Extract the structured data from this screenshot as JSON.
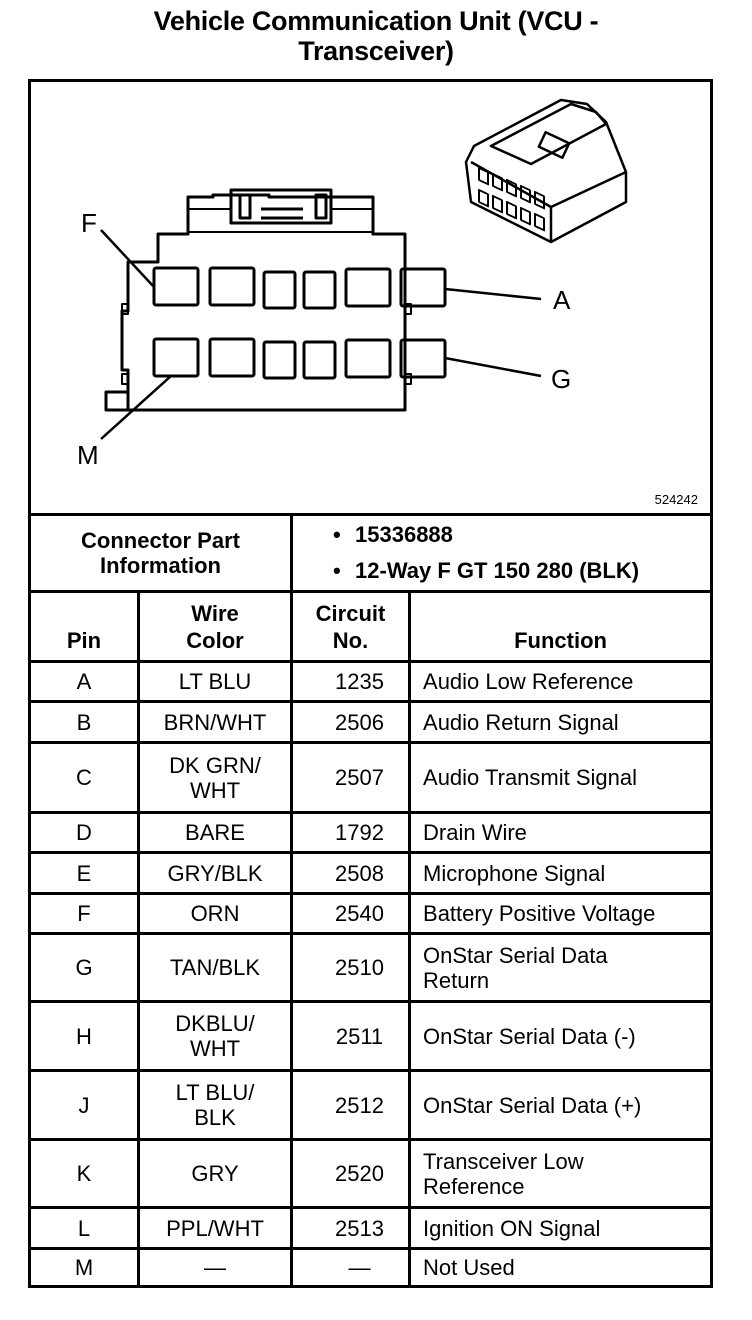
{
  "title_line1": "Vehicle Communication Unit (VCU -",
  "title_line2": "Transceiver)",
  "diagram": {
    "figure_id": "524242",
    "labels": {
      "f": "F",
      "a": "A",
      "m": "M",
      "g": "G"
    },
    "icons": [
      "connector-face-icon",
      "connector-isometric-icon"
    ]
  },
  "connector_info": {
    "label_line1": "Connector Part",
    "label_line2": "Information",
    "items": [
      "15336888",
      "12-Way F GT 150 280 (BLK)"
    ],
    "bullet": "•"
  },
  "table": {
    "headers": {
      "pin": "Pin",
      "wire_color_line1": "Wire",
      "wire_color_line2": "Color",
      "circuit_line1": "Circuit",
      "circuit_line2": "No.",
      "function": "Function"
    },
    "rows": [
      {
        "pin": "A",
        "color1": "LT BLU",
        "color2": "",
        "circuit": "1235",
        "func1": "Audio Low Reference",
        "func2": ""
      },
      {
        "pin": "B",
        "color1": "BRN/WHT",
        "color2": "",
        "circuit": "2506",
        "func1": "Audio Return Signal",
        "func2": ""
      },
      {
        "pin": "C",
        "color1": "DK GRN/",
        "color2": "WHT",
        "circuit": "2507",
        "func1": "Audio Transmit Signal",
        "func2": ""
      },
      {
        "pin": "D",
        "color1": "BARE",
        "color2": "",
        "circuit": "1792",
        "func1": "Drain Wire",
        "func2": ""
      },
      {
        "pin": "E",
        "color1": "GRY/BLK",
        "color2": "",
        "circuit": "2508",
        "func1": "Microphone Signal",
        "func2": ""
      },
      {
        "pin": "F",
        "color1": "ORN",
        "color2": "",
        "circuit": "2540",
        "func1": "Battery Positive Voltage",
        "func2": ""
      },
      {
        "pin": "G",
        "color1": "TAN/BLK",
        "color2": "",
        "circuit": "2510",
        "func1": "OnStar Serial Data",
        "func2": "Return"
      },
      {
        "pin": "H",
        "color1": "DKBLU/",
        "color2": "WHT",
        "circuit": "2511",
        "func1": "OnStar Serial Data (-)",
        "func2": ""
      },
      {
        "pin": "J",
        "color1": "LT BLU/",
        "color2": "BLK",
        "circuit": "2512",
        "func1": "OnStar Serial Data (+)",
        "func2": ""
      },
      {
        "pin": "K",
        "color1": "GRY",
        "color2": "",
        "circuit": "2520",
        "func1": "Transceiver Low",
        "func2": "Reference"
      },
      {
        "pin": "L",
        "color1": "PPL/WHT",
        "color2": "",
        "circuit": "2513",
        "func1": "Ignition ON Signal",
        "func2": ""
      },
      {
        "pin": "M",
        "color1": "—",
        "color2": "",
        "circuit": "—",
        "func1": "Not Used",
        "func2": ""
      }
    ]
  }
}
